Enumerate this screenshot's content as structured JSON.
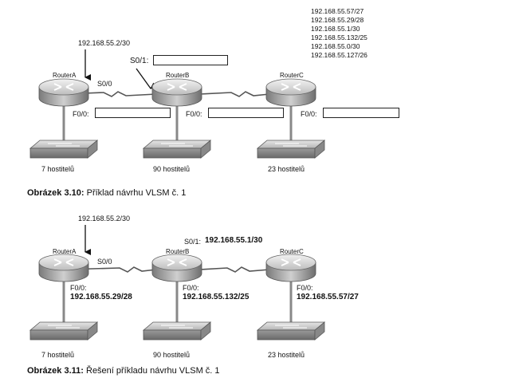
{
  "figure1": {
    "caption_label": "Obrázek 3.10:",
    "caption_text": " Příklad návrhu VLSM č. 1",
    "address_list": [
      "192.168.55.57/27",
      "192.168.55.29/28",
      "192.168.55.1/30",
      "192.168.55.132/25",
      "192.168.55.0/30",
      "192.168.55.127/26"
    ],
    "wan_address": "192.168.55.2/30",
    "s0_0_label": "S0/0",
    "s0_1_label": "S0/1:",
    "routers": [
      {
        "name": "RouterA",
        "f0_label": "F0/0:",
        "hosts": "7 hostitelů"
      },
      {
        "name": "RouterB",
        "f0_label": "F0/0:",
        "hosts": "90 hostitelů"
      },
      {
        "name": "RouterC",
        "f0_label": "F0/0:",
        "hosts": "23 hostitelů"
      }
    ]
  },
  "figure2": {
    "caption_label": "Obrázek 3.11:",
    "caption_text": " Řešení příkladu návrhu VLSM č. 1",
    "wan_address": "192.168.55.2/30",
    "s0_0_label": "S0/0",
    "s0_1_label": "S0/1:",
    "s0_1_value": "192.168.55.1/30",
    "routers": [
      {
        "name": "RouterA",
        "f0_label": "F0/0:",
        "f0_value": "192.168.55.29/28",
        "hosts": "7 hostitelů"
      },
      {
        "name": "RouterB",
        "f0_label": "F0/0:",
        "f0_value": "192.168.55.132/25",
        "hosts": "90 hostitelů"
      },
      {
        "name": "RouterC",
        "f0_label": "F0/0:",
        "f0_value": "192.168.55.57/27",
        "hosts": "23 hostitelů"
      }
    ]
  }
}
